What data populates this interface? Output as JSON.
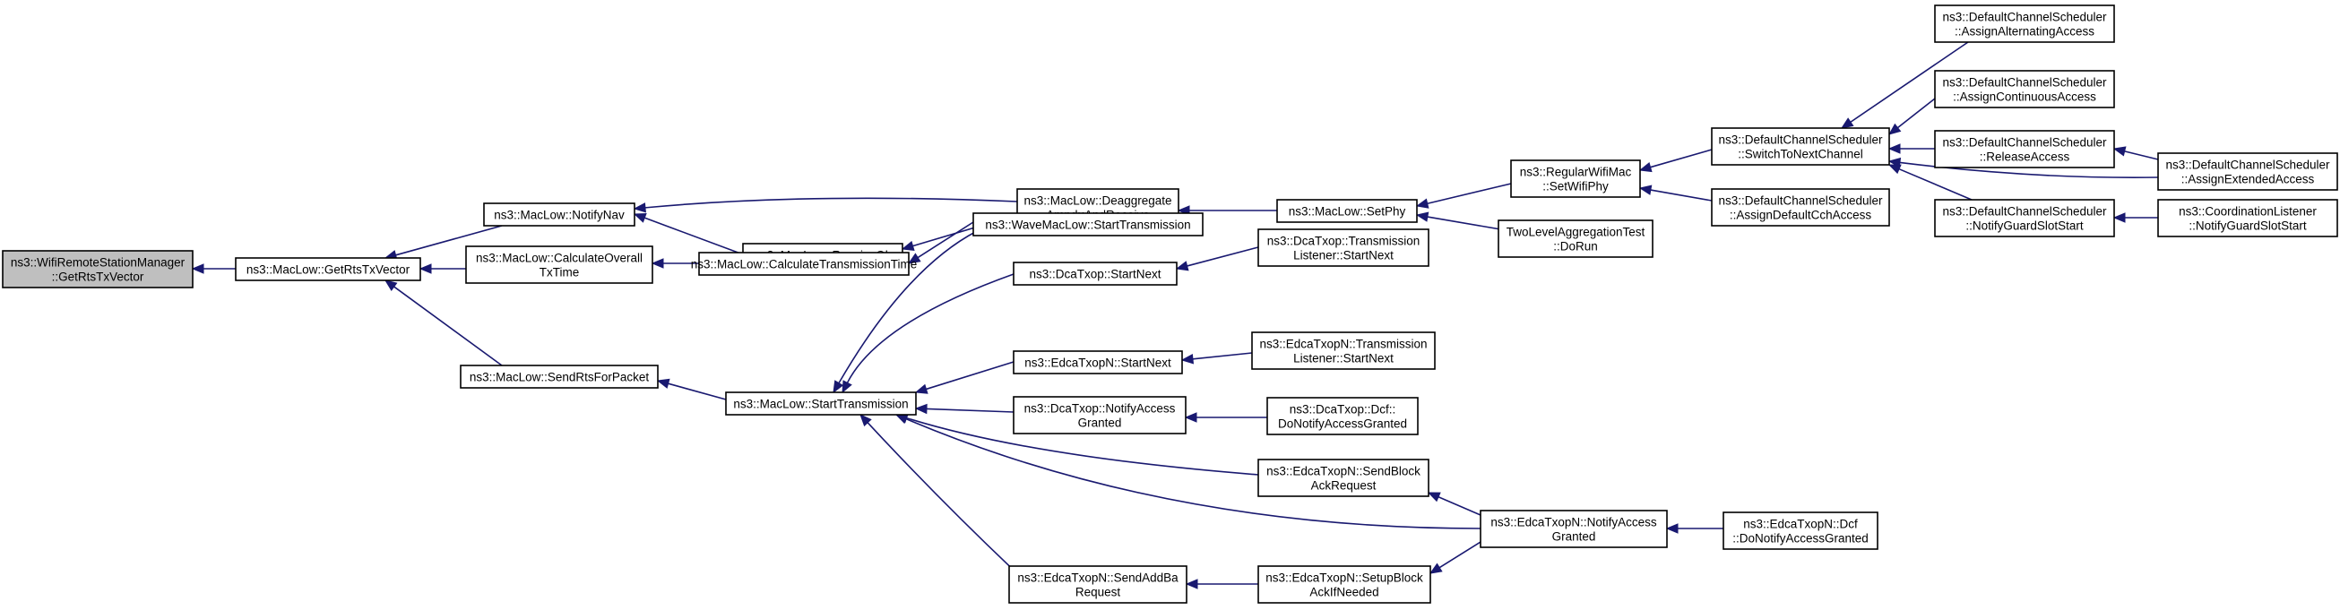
{
  "nodes": [
    {
      "id": "root",
      "lines": [
        "ns3::WifiRemoteStationManager",
        "::GetRtsTxVector"
      ],
      "root": true
    },
    {
      "id": "getrts",
      "lines": [
        "ns3::MacLow::GetRtsTxVector"
      ]
    },
    {
      "id": "notifynav",
      "lines": [
        "ns3::MacLow::NotifyNav"
      ]
    },
    {
      "id": "calcoverall",
      "lines": [
        "ns3::MacLow::CalculateOverall",
        "TxTime"
      ]
    },
    {
      "id": "sendrts",
      "lines": [
        "ns3::MacLow::SendRtsForPacket"
      ]
    },
    {
      "id": "receiveok",
      "lines": [
        "ns3::MacLow::ReceiveOk"
      ]
    },
    {
      "id": "deaggregate",
      "lines": [
        "ns3::MacLow::Deaggregate",
        "AmpduAndReceive"
      ]
    },
    {
      "id": "calctx",
      "lines": [
        "ns3::MacLow::CalculateTransmissionTime"
      ]
    },
    {
      "id": "starttx",
      "lines": [
        "ns3::MacLow::StartTransmission"
      ]
    },
    {
      "id": "setphy",
      "lines": [
        "ns3::MacLow::SetPhy"
      ]
    },
    {
      "id": "regsetwifiphy",
      "lines": [
        "ns3::RegularWifiMac",
        "::SetWifiPhy"
      ]
    },
    {
      "id": "twolevel",
      "lines": [
        "TwoLevelAggregationTest",
        "::DoRun"
      ]
    },
    {
      "id": "switchnext",
      "lines": [
        "ns3::DefaultChannelScheduler",
        "::SwitchToNextChannel"
      ]
    },
    {
      "id": "assigndefault",
      "lines": [
        "ns3::DefaultChannelScheduler",
        "::AssignDefaultCchAccess"
      ]
    },
    {
      "id": "assignalt",
      "lines": [
        "ns3::DefaultChannelScheduler",
        "::AssignAlternatingAccess"
      ]
    },
    {
      "id": "assigncont",
      "lines": [
        "ns3::DefaultChannelScheduler",
        "::AssignContinuousAccess"
      ]
    },
    {
      "id": "release",
      "lines": [
        "ns3::DefaultChannelScheduler",
        "::ReleaseAccess"
      ]
    },
    {
      "id": "assignext",
      "lines": [
        "ns3::DefaultChannelScheduler",
        "::AssignExtendedAccess"
      ]
    },
    {
      "id": "notifyguard",
      "lines": [
        "ns3::DefaultChannelScheduler",
        "::NotifyGuardSlotStart"
      ]
    },
    {
      "id": "coordguard",
      "lines": [
        "ns3::CoordinationListener",
        "::NotifyGuardSlotStart"
      ]
    },
    {
      "id": "wavestart",
      "lines": [
        "ns3::WaveMacLow::StartTransmission"
      ]
    },
    {
      "id": "dcastartnext",
      "lines": [
        "ns3::DcaTxop::StartNext"
      ]
    },
    {
      "id": "dcatlstartnext",
      "lines": [
        "ns3::DcaTxop::Transmission",
        "Listener::StartNext"
      ]
    },
    {
      "id": "edcastartnext",
      "lines": [
        "ns3::EdcaTxopN::StartNext"
      ]
    },
    {
      "id": "edcatlstartnext",
      "lines": [
        "ns3::EdcaTxopN::Transmission",
        "Listener::StartNext"
      ]
    },
    {
      "id": "dcanotify",
      "lines": [
        "ns3::DcaTxop::NotifyAccess",
        "Granted"
      ]
    },
    {
      "id": "dcadcfnotify",
      "lines": [
        "ns3::DcaTxop::Dcf::",
        "DoNotifyAccessGranted"
      ]
    },
    {
      "id": "edcasendblock",
      "lines": [
        "ns3::EdcaTxopN::SendBlock",
        "AckRequest"
      ]
    },
    {
      "id": "edcanotify",
      "lines": [
        "ns3::EdcaTxopN::NotifyAccess",
        "Granted"
      ]
    },
    {
      "id": "edcadcfnotify",
      "lines": [
        "ns3::EdcaTxopN::Dcf",
        "::DoNotifyAccessGranted"
      ]
    },
    {
      "id": "edcasendaddba",
      "lines": [
        "ns3::EdcaTxopN::SendAddBa",
        "Request"
      ]
    },
    {
      "id": "edcasetupblock",
      "lines": [
        "ns3::EdcaTxopN::SetupBlock",
        "AckIfNeeded"
      ]
    }
  ],
  "edges": [
    [
      "getrts",
      "root"
    ],
    [
      "notifynav",
      "getrts"
    ],
    [
      "calcoverall",
      "getrts"
    ],
    [
      "sendrts",
      "getrts"
    ],
    [
      "receiveok",
      "notifynav"
    ],
    [
      "deaggregate",
      "notifynav"
    ],
    [
      "deaggregate",
      "receiveok"
    ],
    [
      "calctx",
      "calcoverall"
    ],
    [
      "starttx",
      "sendrts"
    ],
    [
      "setphy",
      "deaggregate"
    ],
    [
      "regsetwifiphy",
      "setphy"
    ],
    [
      "twolevel",
      "setphy"
    ],
    [
      "switchnext",
      "regsetwifiphy"
    ],
    [
      "assigndefault",
      "regsetwifiphy"
    ],
    [
      "assignalt",
      "switchnext"
    ],
    [
      "assigncont",
      "switchnext"
    ],
    [
      "release",
      "switchnext"
    ],
    [
      "assignext",
      "switchnext"
    ],
    [
      "assignext",
      "release"
    ],
    [
      "notifyguard",
      "switchnext"
    ],
    [
      "coordguard",
      "notifyguard"
    ],
    [
      "wavestart",
      "calctx"
    ],
    [
      "wavestart",
      "starttx"
    ],
    [
      "dcastartnext",
      "starttx"
    ],
    [
      "edcastartnext",
      "starttx"
    ],
    [
      "dcanotify",
      "starttx"
    ],
    [
      "edcasendblock",
      "starttx"
    ],
    [
      "edcanotify",
      "starttx"
    ],
    [
      "edcasendaddba",
      "starttx"
    ],
    [
      "dcatlstartnext",
      "dcastartnext"
    ],
    [
      "edcatlstartnext",
      "edcastartnext"
    ],
    [
      "dcadcfnotify",
      "dcanotify"
    ],
    [
      "edcanotify",
      "edcasendblock"
    ],
    [
      "edcadcfnotify",
      "edcanotify"
    ],
    [
      "edcasetupblock",
      "edcasendaddba"
    ],
    [
      "edcanotify",
      "edcasetupblock"
    ]
  ]
}
